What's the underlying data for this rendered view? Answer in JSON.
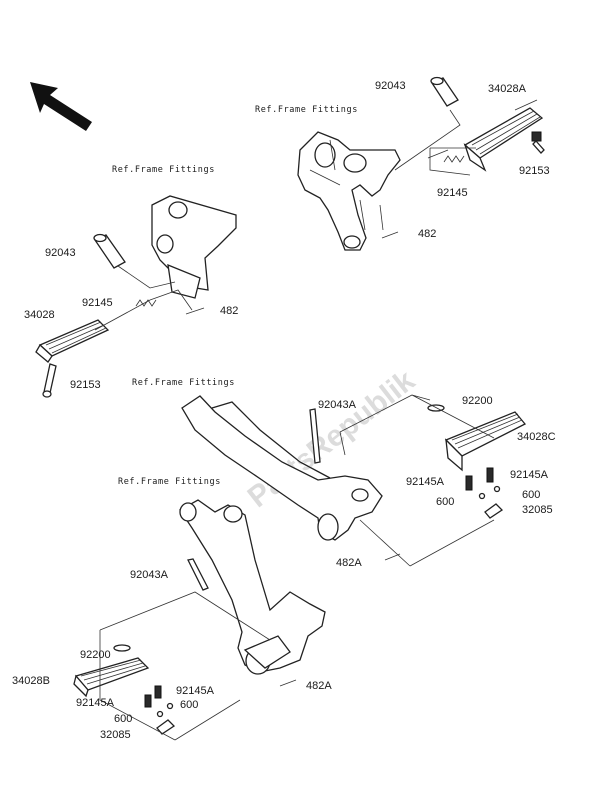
{
  "watermark": "PartsRepublik",
  "ref_labels": {
    "top_right": "Ref.Frame Fittings",
    "top_left": "Ref.Frame Fittings",
    "mid_right": "Ref.Frame Fittings",
    "mid_left": "Ref.Frame Fittings"
  },
  "part_labels": {
    "tr_92043": "92043",
    "tr_34028A": "34028A",
    "tr_92153": "92153",
    "tr_92145": "92145",
    "tr_482": "482",
    "tl_92043": "92043",
    "tl_92145": "92145",
    "tl_482": "482",
    "tl_34028": "34028",
    "tl_92153": "92153",
    "mr_92043A": "92043A",
    "mr_92200": "92200",
    "mr_34028C": "34028C",
    "mr_92145A_r": "92145A",
    "mr_92145A_l": "92145A",
    "mr_600_r": "600",
    "mr_600_l": "600",
    "mr_32085": "32085",
    "mr_482A": "482A",
    "bl_92043A": "92043A",
    "bl_92200": "92200",
    "bl_34028B": "34028B",
    "bl_92145A_l": "92145A",
    "bl_92145A_r": "92145A",
    "bl_600_l": "600",
    "bl_600_r": "600",
    "bl_32085": "32085",
    "bl_482A": "482A"
  }
}
